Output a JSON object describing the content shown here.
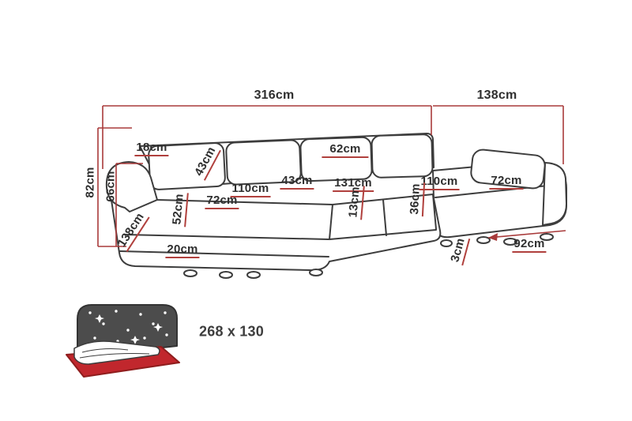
{
  "diagram": {
    "type": "sofa-dimension-drawing",
    "unit": "cm",
    "colors": {
      "outline": "#3d3d3d",
      "dimension_line": "#a83a3a",
      "underline": "#b0403d",
      "text": "#2f2f2f",
      "mattress_red": "#c1272d",
      "icon_dark": "#4c4c4c"
    },
    "dims": {
      "total_width": "316cm",
      "right_section_width": "138cm",
      "back_height": "82cm",
      "seat_back_height": "66cm",
      "armrest_top_width": "18cm",
      "back_cushion_height": "43cm",
      "back_cushion_width": "62cm",
      "left_seat_length": "110cm",
      "mid_seat_small": "43cm",
      "mid_seat_length": "131cm",
      "right_chaise_length": "110cm",
      "right_chaise_depth": "72cm",
      "left_seat_depth": "72cm",
      "seat_height": "52cm",
      "seat_cushion_height": "13cm",
      "base_height": "36cm",
      "left_chaise_length": "138cm",
      "plinth_height": "20cm",
      "right_chaise_bottom_width": "92cm",
      "leg_height": "3cm"
    },
    "sleeping_area": "268 x 130"
  }
}
